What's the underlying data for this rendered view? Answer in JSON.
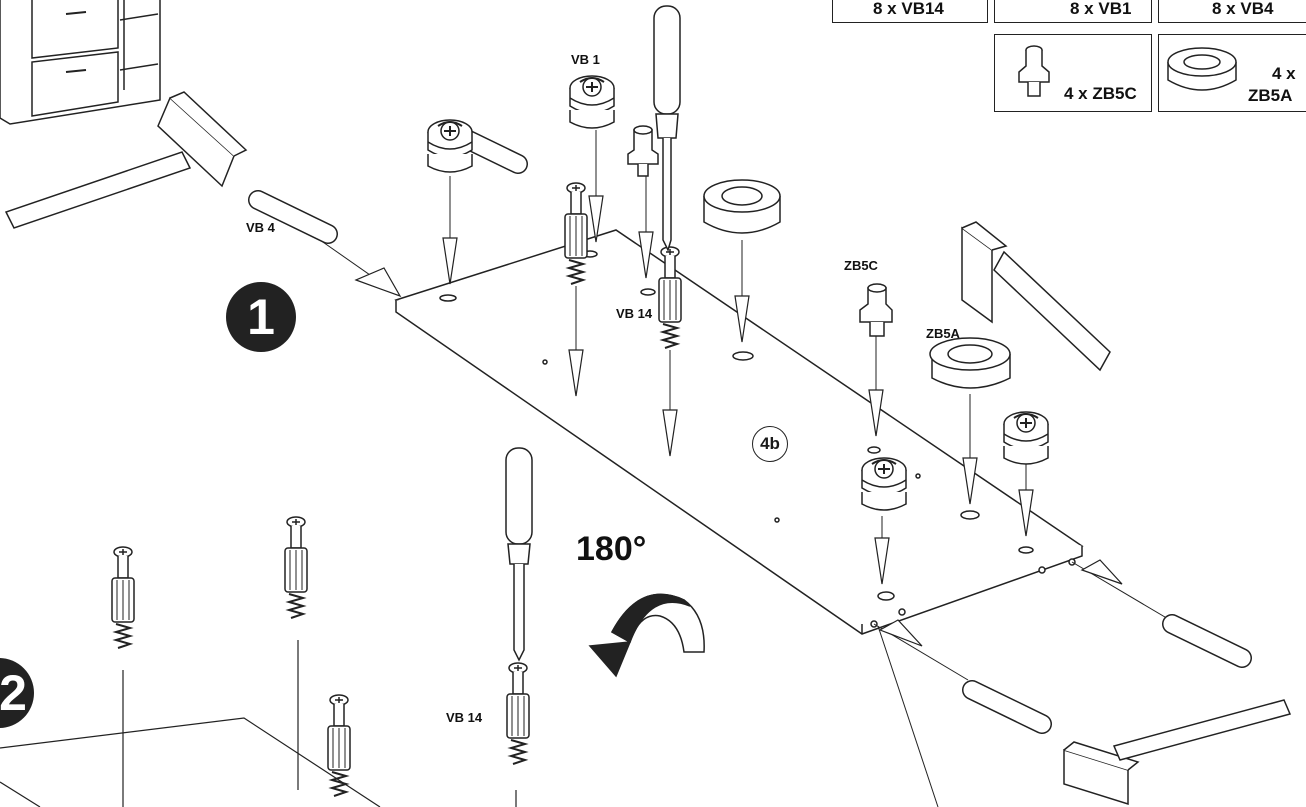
{
  "parts_legend": [
    {
      "id": "vb14_count",
      "text": "8 x VB14"
    },
    {
      "id": "vb1_count",
      "text": "8 x VB1"
    },
    {
      "id": "vb4_count",
      "text": "8 x VB4"
    },
    {
      "id": "zb5c_count",
      "text": "4 x ZB5C"
    },
    {
      "id": "zb5a_count_qty",
      "text": "4 x"
    },
    {
      "id": "zb5a_count_name",
      "text": "ZB5A"
    }
  ],
  "labels": {
    "vb1": "VB 1",
    "vb4": "VB 4",
    "vb14_top": "VB 14",
    "zb5c": "ZB5C",
    "zb5a": "ZB5A",
    "vb14_bottom": "VB 14",
    "substep": "4b",
    "rotation": "180°"
  },
  "steps": {
    "step1": "1",
    "step2": "2"
  },
  "colors": {
    "ink": "#1a1a1a",
    "paper": "#ffffff",
    "step_fill": "#222222"
  }
}
